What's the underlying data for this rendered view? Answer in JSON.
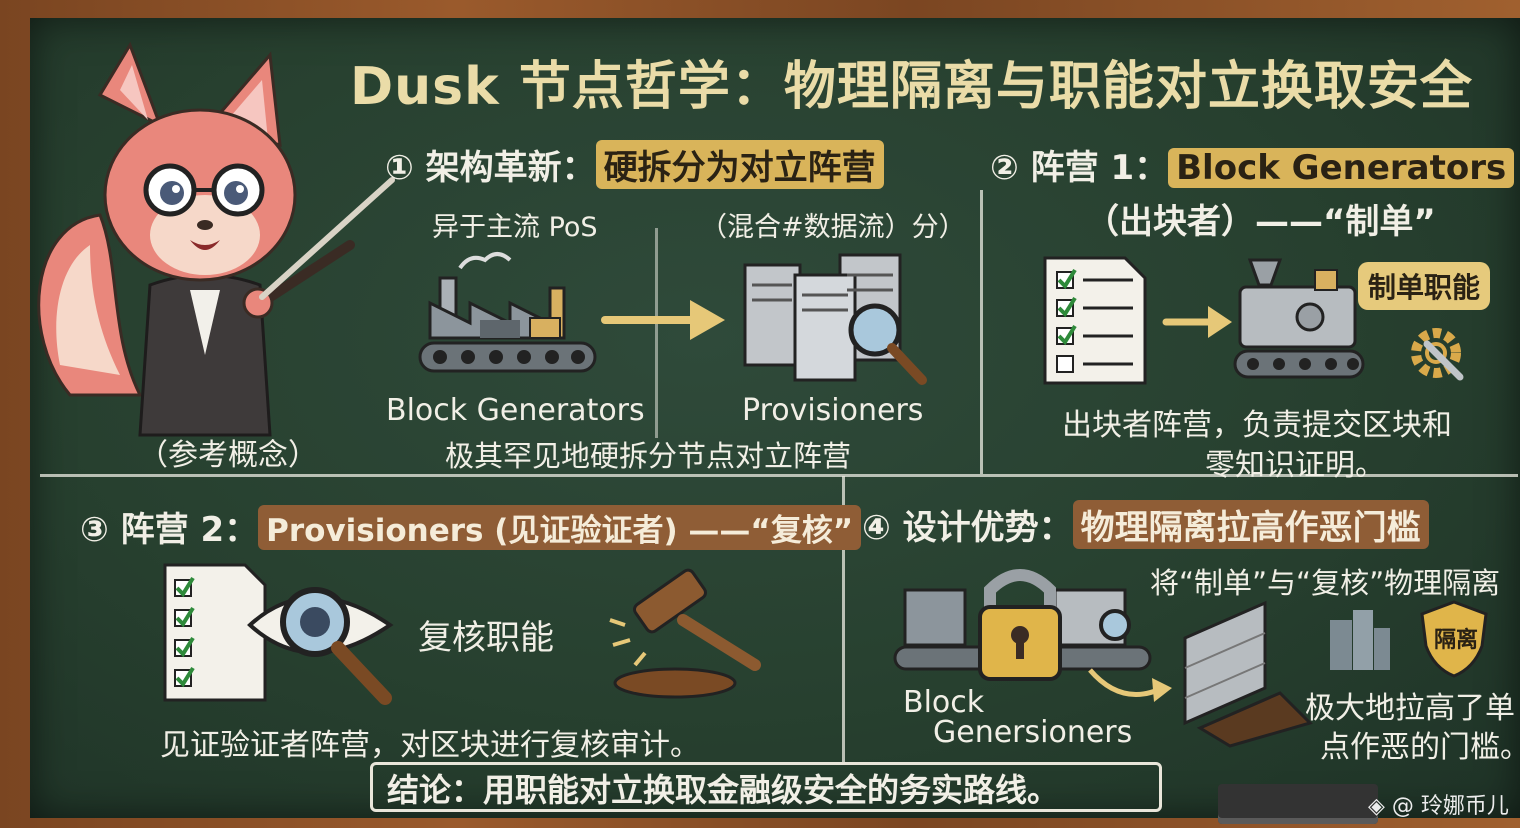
{
  "title": "Dusk 节点哲学：物理隔离与职能对立换取安全",
  "sec1": {
    "num": "①",
    "label": "架构革新：",
    "highlight": "硬拆分为对立阵营",
    "left_caption": "异于主流 PoS",
    "right_caption": "（混合#数据流）分）",
    "left_node": "Block Generators",
    "right_node": "Provisioners",
    "note": "极其罕见地硬拆分节点对立阵营",
    "ref": "（参考概念）"
  },
  "sec2": {
    "num": "②",
    "label": "阵营 1：",
    "highlight": "Block Generators",
    "sub": "（出块者）——“制单”",
    "callout": "制单职能",
    "desc_line1": "出块者阵营，负责提交区块和",
    "desc_line2": "零知识证明。"
  },
  "sec3": {
    "num": "③",
    "label": "阵营 2：",
    "highlight": "Provisioners (见证验证者) ——“复核”",
    "role": "复核职能",
    "desc": "见证验证者阵营，对区块进行复核审计。"
  },
  "sec4": {
    "num": "④",
    "label": "设计优势：",
    "highlight": "物理隔离拉高作恶门槛",
    "top_text": "将“制单”与“复核”物理隔离",
    "node_line1": "Block",
    "node_line2": "Genersioners",
    "shield": "隔离",
    "desc_line1": "极大地拉高了单",
    "desc_line2": "点作恶的门槛。"
  },
  "conclusion": "结论：用职能对立换取金融级安全的务实路线。",
  "watermark": "◈ @ 玲娜币儿",
  "colors": {
    "board": "#27402f",
    "chalk": "#f1efe6",
    "gold": "#d9b45a",
    "brown": "#8f5d36"
  }
}
